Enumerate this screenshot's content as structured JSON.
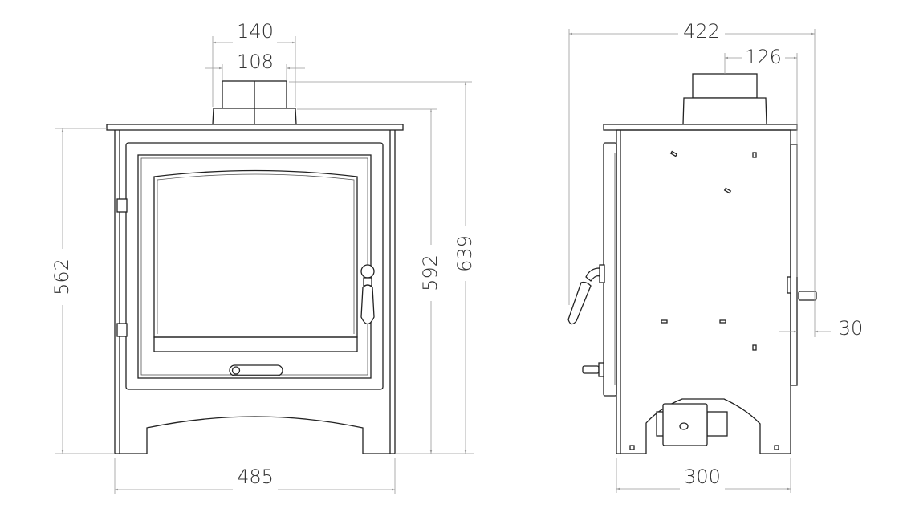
{
  "front_view": {
    "dimensions": {
      "flue_collar_width": "140",
      "flue_pipe_width": "108",
      "body_height": "562",
      "collar_height": "592",
      "overall_height": "639",
      "width": "485"
    }
  },
  "side_view": {
    "dimensions": {
      "overall_depth": "422",
      "flue_offset": "126",
      "rear_clearance": "30",
      "body_depth": "300"
    }
  }
}
